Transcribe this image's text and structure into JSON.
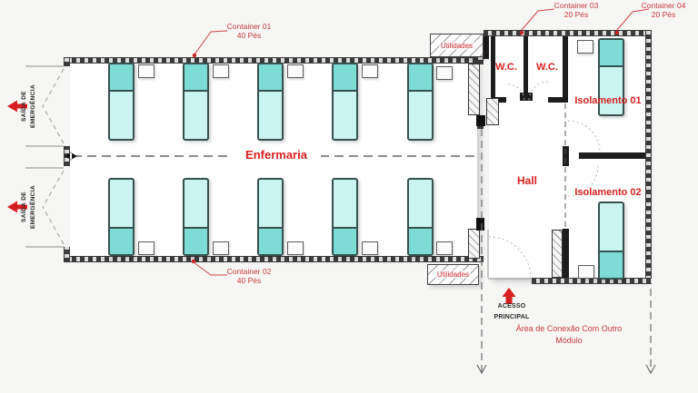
{
  "containers": [
    {
      "name": "Container 01",
      "size": "40 Pés"
    },
    {
      "name": "Container 02",
      "size": "40 Pés"
    },
    {
      "name": "Container 03",
      "size": "20 Pés"
    },
    {
      "name": "Container 04",
      "size": "20 Pés"
    }
  ],
  "rooms": {
    "ward": "Enfermaria",
    "hall": "Hall",
    "wc_left": "W.C.",
    "wc_right": "W.C.",
    "isolation_1": "Isolamento 01",
    "isolation_2": "Isolamento 02",
    "utilities_top": "Utilidades",
    "utilities_bottom": "Utilidades"
  },
  "annotations": {
    "emergency_exit_line1": "SAÍDA DE",
    "emergency_exit_line2": "EMERGÊNCIA",
    "main_access_line1": "ACESSO",
    "main_access_line2": "PRINCIPAL",
    "connection_line1": "Área de Conexão Com Outro",
    "connection_line2": "Módulo"
  },
  "inventory": {
    "ward_beds": 10,
    "isolation_beds": 2
  },
  "colors": {
    "accent_red": "#d22f2f",
    "bed_pillow": "#7edcd6",
    "bed_body": "#c9f4f0",
    "wall_dark": "#2e2e2e"
  }
}
